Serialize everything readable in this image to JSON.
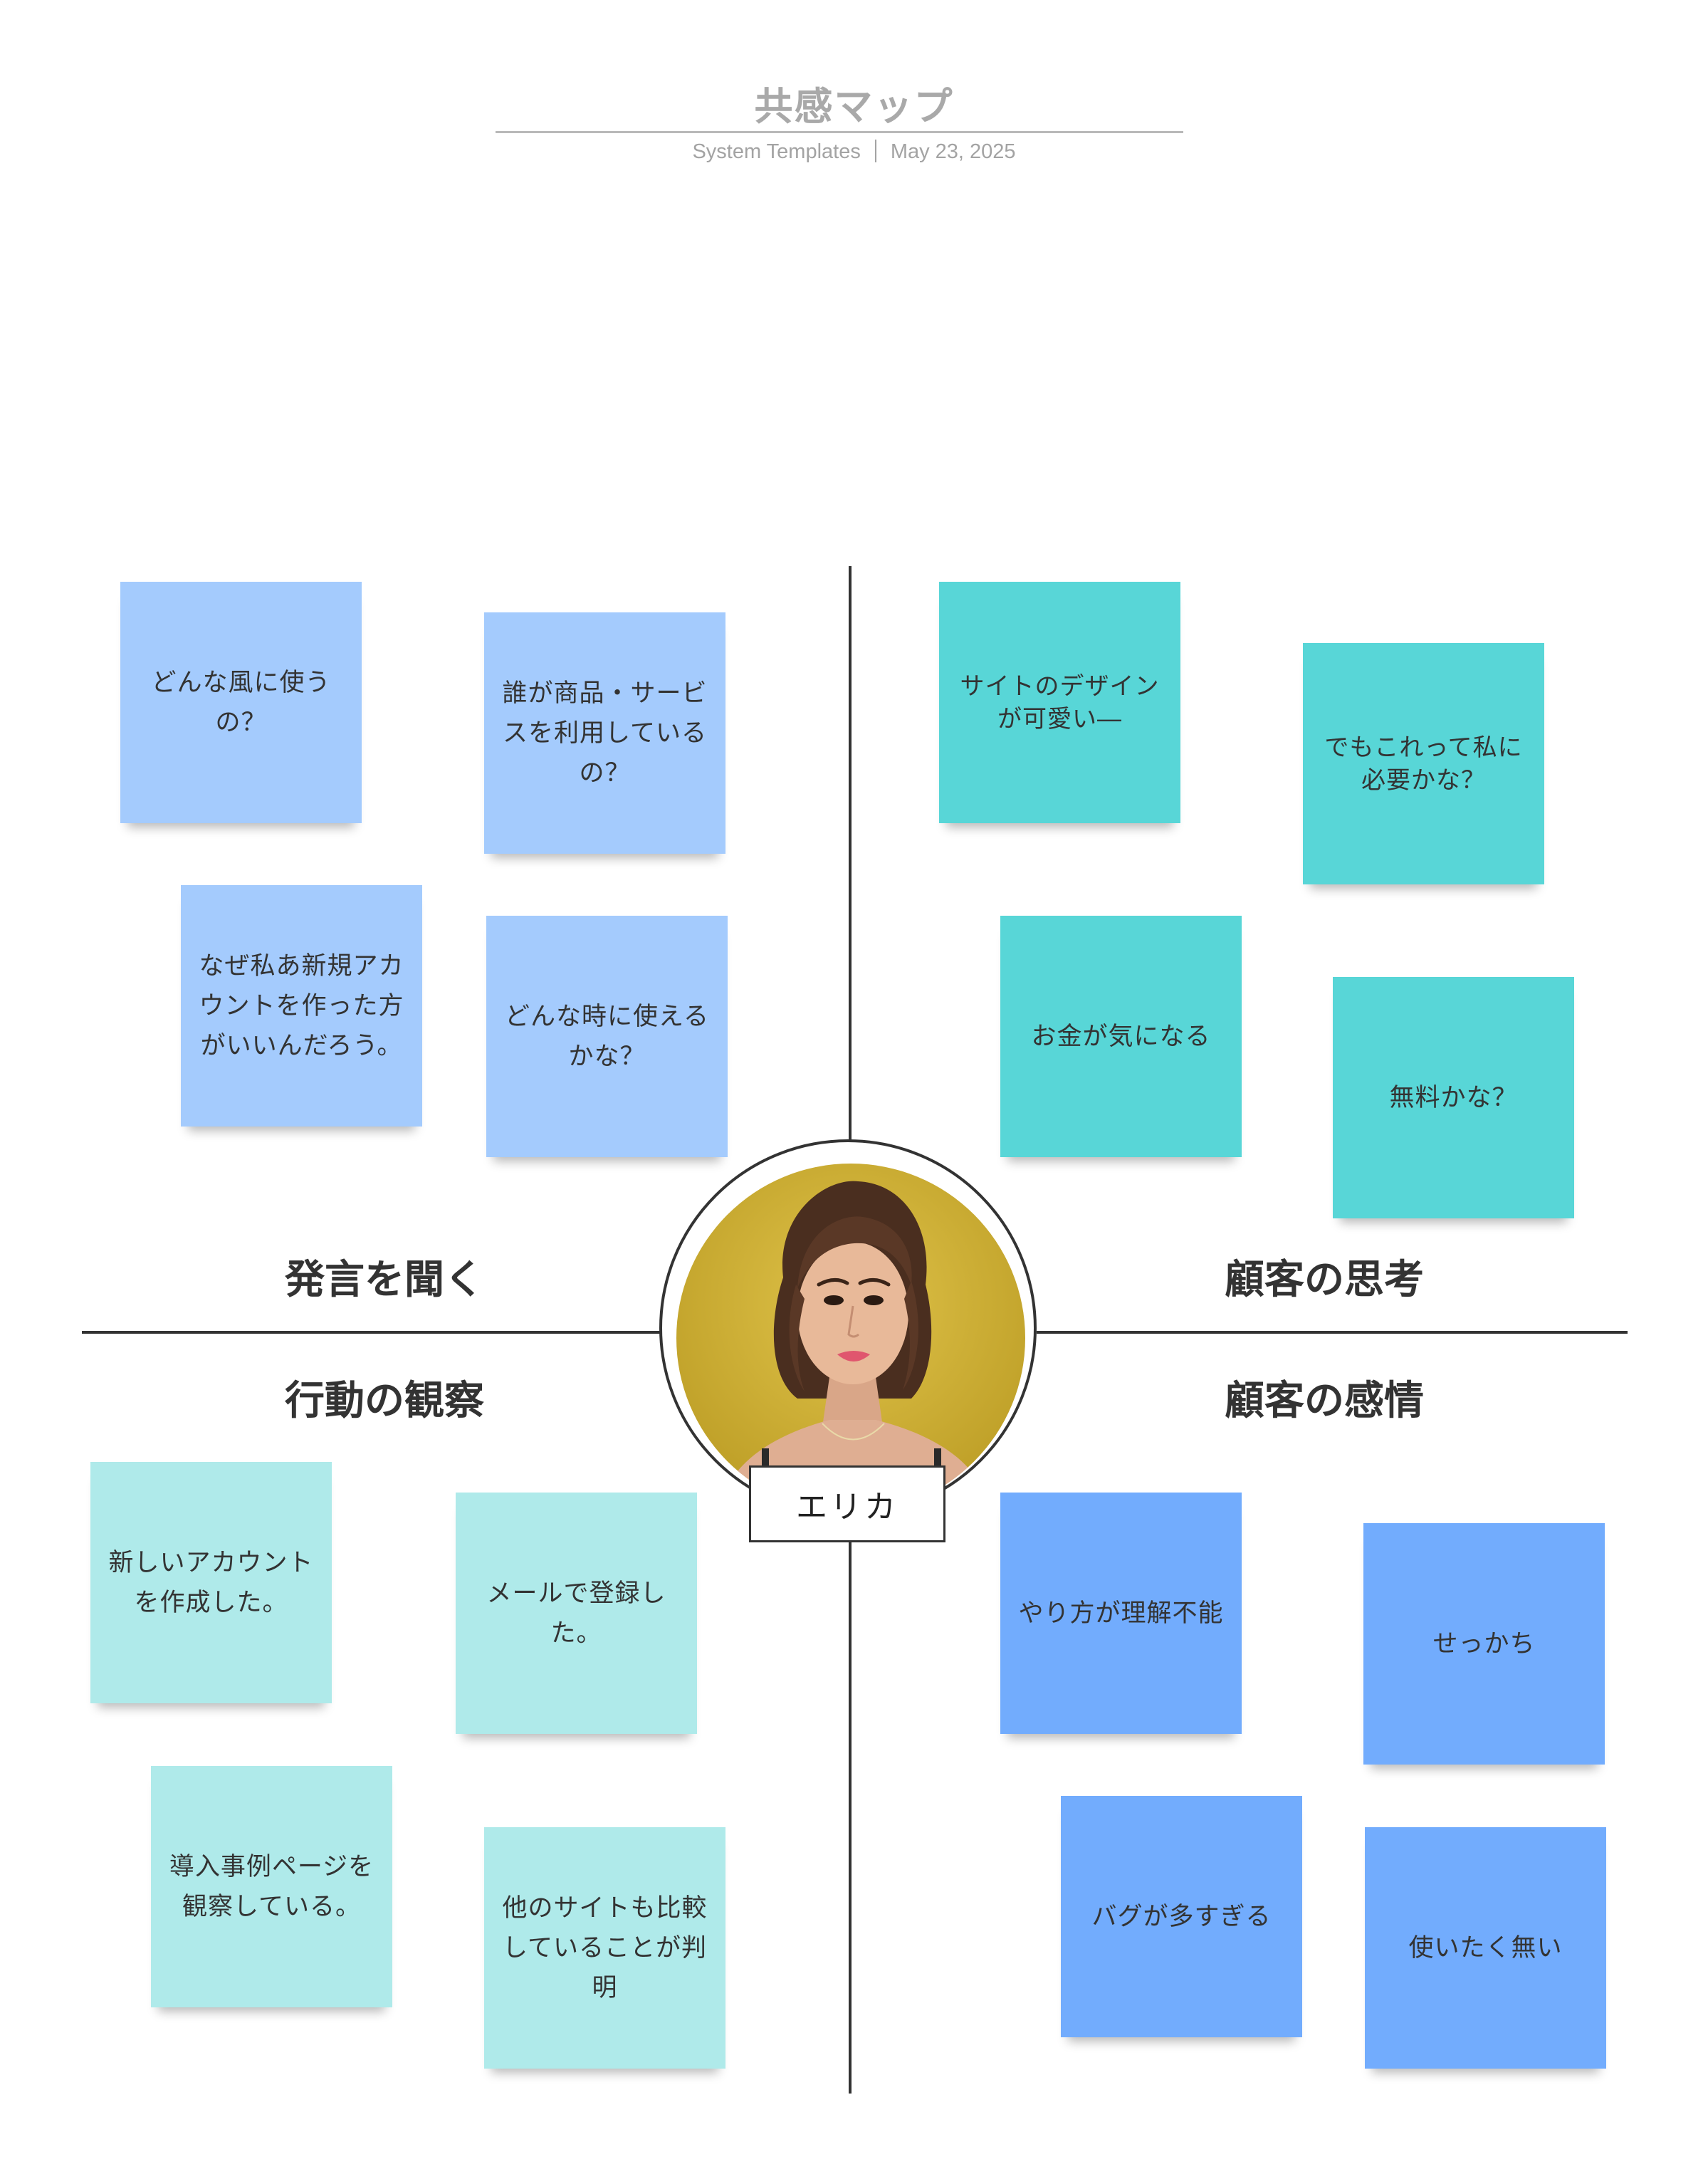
{
  "header": {
    "title": "共感マップ",
    "source": "System Templates",
    "date": "May 23, 2025"
  },
  "quadrants": {
    "says": "発言を聞く",
    "thinks": "顧客の思考",
    "does": "行動の観察",
    "feels": "顧客の感情"
  },
  "persona": {
    "name": "エリカ"
  },
  "notes": {
    "says": [
      "どんな風に使うの？",
      "誰が商品・サービスを利用しているの？",
      "なぜ私あ新規アカウントを作った方がいいんだろう。",
      "どんな時に使えるかな？"
    ],
    "thinks": [
      "サイトのデザインが可愛い―",
      "でもこれって私に必要かな？",
      "お金が気になる",
      "無料かな？"
    ],
    "does": [
      "新しいアカウントを作成した。",
      "メールで登録した。",
      "導入事例ページを観察している。",
      "他のサイトも比較していることが判明"
    ],
    "feels": [
      "やり方が理解不能",
      "せっかち",
      "バグが多すぎる",
      "使いたく無い"
    ]
  },
  "colors": {
    "says_note": "#a4cbfd",
    "thinks_note": "#58d6d7",
    "does_note": "#afeaea",
    "feels_note": "#72acfd",
    "photo_background": "#d6b83a"
  }
}
